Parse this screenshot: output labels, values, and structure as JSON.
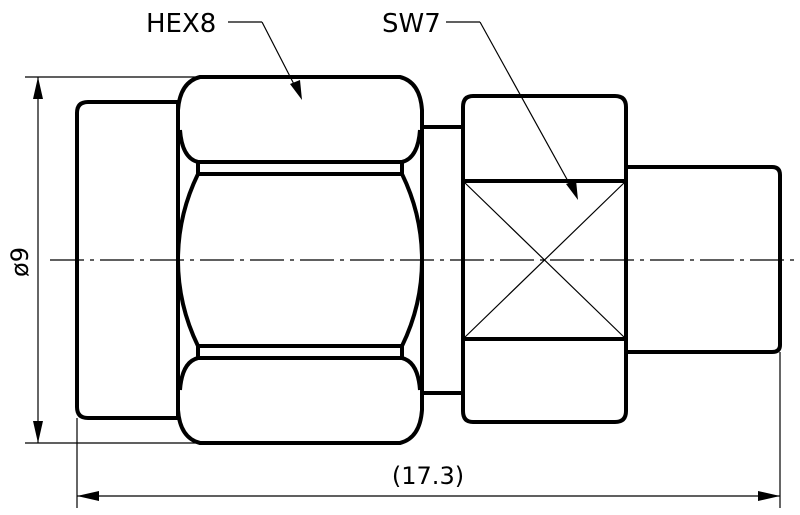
{
  "labels": {
    "hex": "HEX8",
    "sw": "SW7",
    "diameter": "ø9",
    "length": "(17.3)"
  },
  "colors": {
    "line": "#000000",
    "background": "#ffffff"
  }
}
